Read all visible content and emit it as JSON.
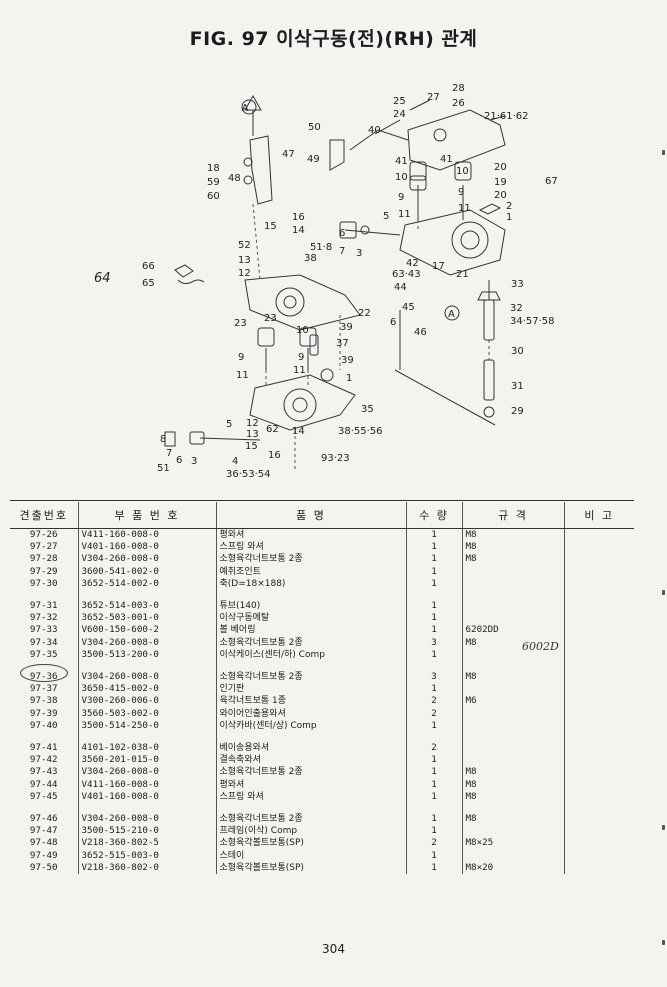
{
  "title": "FIG. 97 이삭구동(전)(RH) 관계",
  "page_number": "304",
  "handwritten_note": "6002D",
  "diagram_labels": {
    "l1": "25",
    "l2": "24",
    "l3": "27",
    "l4": "28",
    "l5": "26",
    "l6": "21·61·62",
    "l7": "50",
    "l8": "40",
    "l9": "47",
    "l10": "49",
    "l11": "18",
    "l12": "59",
    "l13": "48",
    "l14": "60",
    "l15": "41",
    "l16": "41",
    "l17": "10",
    "l18": "10",
    "l19": "20",
    "l20": "19",
    "l21": "20",
    "l22": "67",
    "l23": "9",
    "l24": "9",
    "l25": "11",
    "l26": "11",
    "l27": "2",
    "l28": "1",
    "l29": "16",
    "l30": "15",
    "l31": "14",
    "l32": "5",
    "l33": "51·8",
    "l34": "7",
    "l35": "6",
    "l36": "3",
    "l37": "52",
    "l38": "38",
    "l39": "13",
    "l40": "12",
    "l41": "42",
    "l42": "17",
    "l43": "63·43",
    "l44": "21",
    "l45": "33",
    "l46": "66",
    "l47": "65",
    "l48": "44",
    "l49": "45",
    "l50": "46",
    "l51": "32",
    "l52": "34·57·58",
    "l53": "22",
    "l54": "6",
    "l55": "23",
    "l56": "23",
    "l57": "10",
    "l58": "39",
    "l59": "37",
    "l60": "9",
    "l61": "9",
    "l62": "39",
    "l63": "11",
    "l64": "11",
    "l65": "1",
    "l66": "30",
    "l67": "31",
    "l68": "35",
    "l69": "29",
    "l70": "12",
    "l71": "5",
    "l72": "13",
    "l73": "62",
    "l74": "14",
    "l75": "38·55·56",
    "l76": "8",
    "l77": "7",
    "l78": "6",
    "l79": "3",
    "l80": "51",
    "l81": "15",
    "l82": "16",
    "l83": "4",
    "l84": "93·23",
    "l85": "36·53·54",
    "l86": "A",
    "l87": "A",
    "l88": "64"
  },
  "table": {
    "headers": [
      "견출번호",
      "부 품 번 호",
      "품 명",
      "수 량",
      "규 격",
      "비 고"
    ],
    "groups": [
      [
        {
          "no": "97-26",
          "pn": "V411-160-008-0",
          "name": "평와셔",
          "qty": "1",
          "spec": "M8"
        },
        {
          "no": "97-27",
          "pn": "V401-160-008-0",
          "name": "스프링 와셔",
          "qty": "1",
          "spec": "M8"
        },
        {
          "no": "97-28",
          "pn": "V304-260-008-0",
          "name": "소형육각너트보통 2종",
          "qty": "1",
          "spec": "M8"
        },
        {
          "no": "97-29",
          "pn": "3600-541-002-0",
          "name": "예취조인트",
          "qty": "1",
          "spec": ""
        },
        {
          "no": "97-30",
          "pn": "3652-514-002-0",
          "name": "축(D=18×188)",
          "qty": "1",
          "spec": ""
        }
      ],
      [
        {
          "no": "97-31",
          "pn": "3652-514-003-0",
          "name": "튜브(140)",
          "qty": "1",
          "spec": ""
        },
        {
          "no": "97-32",
          "pn": "3652-503-001-0",
          "name": "이삭구동메탈",
          "qty": "1",
          "spec": ""
        },
        {
          "no": "97-33",
          "pn": "V600-150-600-2",
          "name": "볼 베어링",
          "qty": "1",
          "spec": "6202DD"
        },
        {
          "no": "97-34",
          "pn": "V304-260-008-0",
          "name": "소형육각너트보통 2종",
          "qty": "3",
          "spec": "M8"
        },
        {
          "no": "97-35",
          "pn": "3500-513-200-0",
          "name": "이삭케이스(센터/하) Comp",
          "qty": "1",
          "spec": ""
        }
      ],
      [
        {
          "no": "97-36",
          "pn": "V304-260-008-0",
          "name": "소형육각너트보통 2종",
          "qty": "3",
          "spec": "M8"
        },
        {
          "no": "97-37",
          "pn": "3650-415-002-0",
          "name": "인기판",
          "qty": "1",
          "spec": ""
        },
        {
          "no": "97-38",
          "pn": "V300-260-006-0",
          "name": "육각너트보통 1종",
          "qty": "2",
          "spec": "M6"
        },
        {
          "no": "97-39",
          "pn": "3560-503-002-0",
          "name": "와이어인출용와셔",
          "qty": "2",
          "spec": ""
        },
        {
          "no": "97-40",
          "pn": "3500-514-250-0",
          "name": "이삭카바(센터/상) Comp",
          "qty": "1",
          "spec": ""
        }
      ],
      [
        {
          "no": "97-41",
          "pn": "4101-102-038-0",
          "name": "베이송용와셔",
          "qty": "2",
          "spec": ""
        },
        {
          "no": "97-42",
          "pn": "3560-201-015-0",
          "name": "결속축와셔",
          "qty": "1",
          "spec": ""
        },
        {
          "no": "97-43",
          "pn": "V304-260-008-0",
          "name": "소형육각너트보통 2종",
          "qty": "1",
          "spec": "M8"
        },
        {
          "no": "97-44",
          "pn": "V411-160-008-0",
          "name": "평와셔",
          "qty": "1",
          "spec": "M8"
        },
        {
          "no": "97-45",
          "pn": "V401-160-008-0",
          "name": "스프링 와셔",
          "qty": "1",
          "spec": "M8"
        }
      ],
      [
        {
          "no": "97-46",
          "pn": "V304-260-008-0",
          "name": "소형육각너트보통 2종",
          "qty": "1",
          "spec": "M8"
        },
        {
          "no": "97-47",
          "pn": "3500-515-210-0",
          "name": "프레임(이삭) Comp",
          "qty": "1",
          "spec": ""
        },
        {
          "no": "97-48",
          "pn": "V218-360-802-5",
          "name": "소형육각볼트보통(SP)",
          "qty": "2",
          "spec": "M8×25"
        },
        {
          "no": "97-49",
          "pn": "3652-515-003-0",
          "name": "스테이",
          "qty": "1",
          "spec": ""
        },
        {
          "no": "97-50",
          "pn": "V218-360-802-0",
          "name": "소형육각볼트보통(SP)",
          "qty": "1",
          "spec": "M8×20"
        }
      ]
    ]
  }
}
